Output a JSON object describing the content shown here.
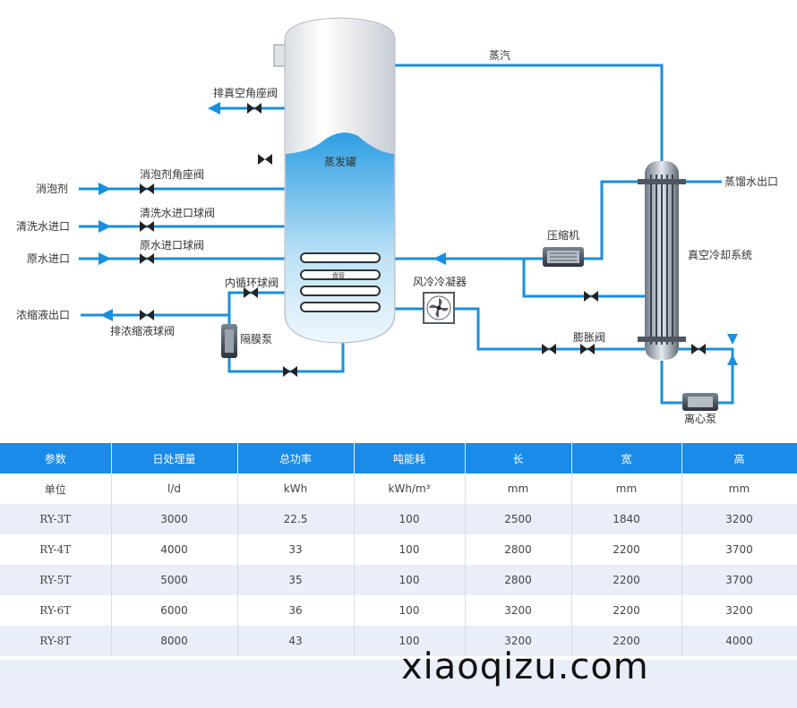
{
  "diagram": {
    "labels": {
      "steam": "蒸汽",
      "vacuum_valve": "排真空角座阀",
      "evaporator": "蒸发罐",
      "defoamer": "消泡剂",
      "defoamer_valve": "消泡剂角座阀",
      "clean_water_in": "清洗水进口",
      "clean_water_valve": "清洗水进口球阀",
      "raw_water_in": "原水进口",
      "raw_water_valve": "原水进口球阀",
      "internal_loop_valve": "内循环球阀",
      "concentrate_out": "浓缩液出口",
      "concentrate_valve": "排浓缩液球阀",
      "diaphragm_pump": "隔膜泵",
      "coil": "盘管",
      "air_condenser": "风冷冷凝器",
      "compressor": "压缩机",
      "expansion_valve": "膨胀阀",
      "distilled_out": "蒸馏水出口",
      "vacuum_cooling": "真空冷却系统",
      "centrifugal_pump": "离心泵"
    },
    "colors": {
      "pipe": "#1a8fdc",
      "liquid": "#3aa8e4",
      "header": "#1a8be8"
    }
  },
  "table": {
    "headers": [
      "参数",
      "日处理量",
      "总功率",
      "吨能耗",
      "长",
      "宽",
      "高"
    ],
    "units": [
      "单位",
      "l/d",
      "kWh",
      "kWh/m³",
      "mm",
      "mm",
      "mm"
    ],
    "rows": [
      [
        "RY-3T",
        "3000",
        "22.5",
        "100",
        "2500",
        "1840",
        "3200"
      ],
      [
        "RY-4T",
        "4000",
        "33",
        "100",
        "2800",
        "2200",
        "3700"
      ],
      [
        "RY-5T",
        "5000",
        "35",
        "100",
        "2800",
        "2200",
        "3700"
      ],
      [
        "RY-6T",
        "6000",
        "36",
        "100",
        "3200",
        "2200",
        "3200"
      ],
      [
        "RY-8T",
        "8000",
        "43",
        "100",
        "3200",
        "2200",
        "4000"
      ]
    ]
  },
  "watermark": "xiaoqizu.com"
}
